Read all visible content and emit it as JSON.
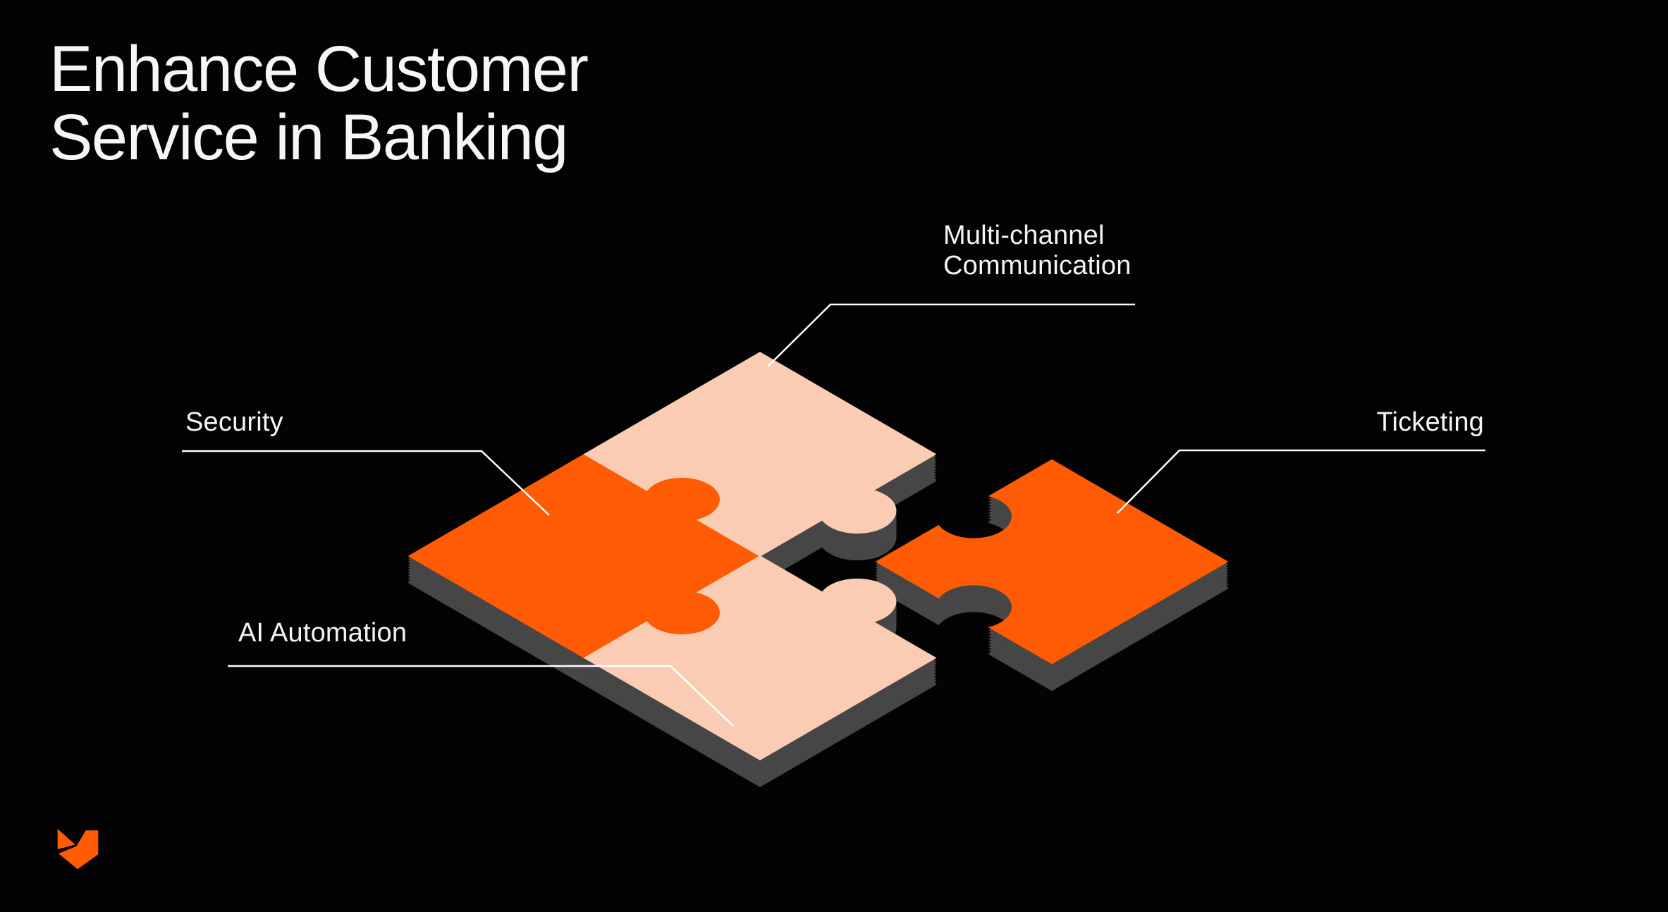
{
  "slide": {
    "title_line1": "Enhance Customer",
    "title_line2": "Service in Banking"
  },
  "diagram": {
    "type": "isometric-puzzle",
    "description": "2x2 jigsaw puzzle in isometric view; right piece detached",
    "pieces": [
      {
        "id": "top",
        "label": "Multi-channel Communication",
        "color_key": "peach",
        "state": "assembled"
      },
      {
        "id": "left",
        "label": "Security",
        "color_key": "orange",
        "state": "assembled"
      },
      {
        "id": "bottom",
        "label": "AI Automation",
        "color_key": "peach",
        "state": "assembled"
      },
      {
        "id": "right",
        "label": "Ticketing",
        "color_key": "orange",
        "state": "detached"
      }
    ]
  },
  "labels": {
    "multichannel_line1": "Multi-channel",
    "multichannel_line2": "Communication",
    "security": "Security",
    "ticketing": "Ticketing",
    "ai_automation": "AI Automation"
  },
  "colors": {
    "background": "#030303",
    "orange": "#FF5B05",
    "peach": "#FACCB4",
    "side": "#464646",
    "line": "#FFFFFF",
    "text": "#F7F4F0"
  }
}
